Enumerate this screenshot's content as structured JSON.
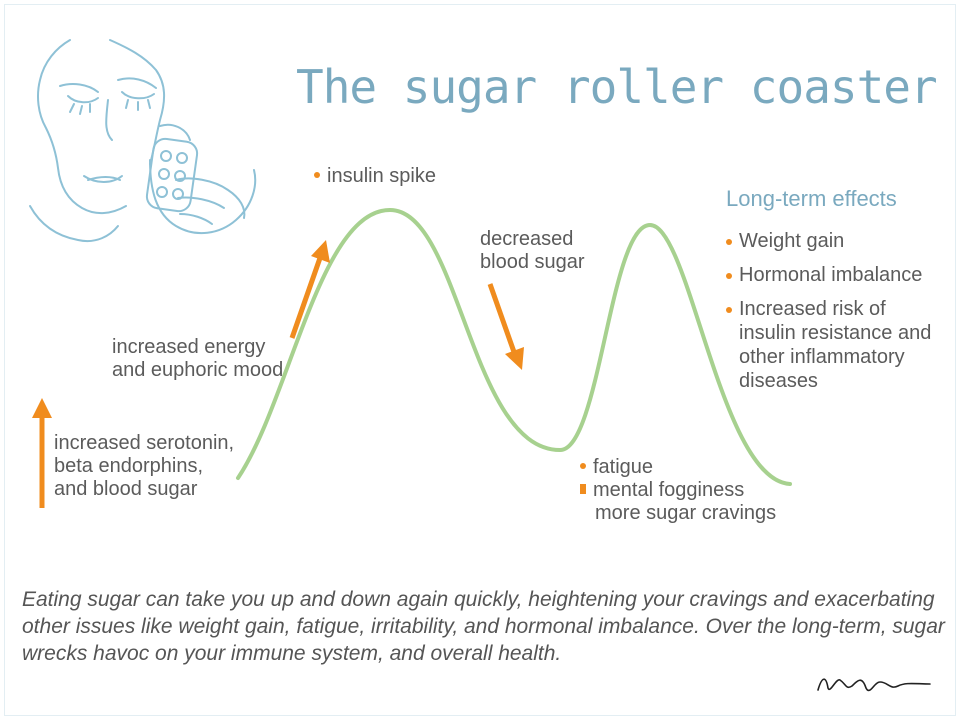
{
  "title": "The sugar roller coaster",
  "labels": {
    "serotonin": [
      "increased serotonin,",
      "beta endorphins,",
      "and blood sugar"
    ],
    "energy": [
      "increased energy",
      "and euphoric mood"
    ],
    "spike": "insulin spike",
    "decreased": [
      "decreased",
      "blood sugar"
    ],
    "fatigue": "fatigue",
    "fogginess": "mental fogginess",
    "cravings": "more sugar cravings"
  },
  "long_term": {
    "heading": "Long-term effects",
    "items": [
      "Weight gain",
      "Hormonal imbalance",
      "Increased risk of insulin resistance and other inflammatory diseases"
    ]
  },
  "caption": "Eating sugar can take you up and down again quickly, heightening your cravings and exacerbating other issues like weight gain, fatigue, irritability, and hormonal imbalance. Over the long-term, sugar wrecks havoc on your immune system, and overall health.",
  "colors": {
    "title": "#7aa9bf",
    "curve": "#a7d18f",
    "arrow": "#f08c1e",
    "illustration": "#8ec1d6",
    "text": "#5b5b5b"
  }
}
